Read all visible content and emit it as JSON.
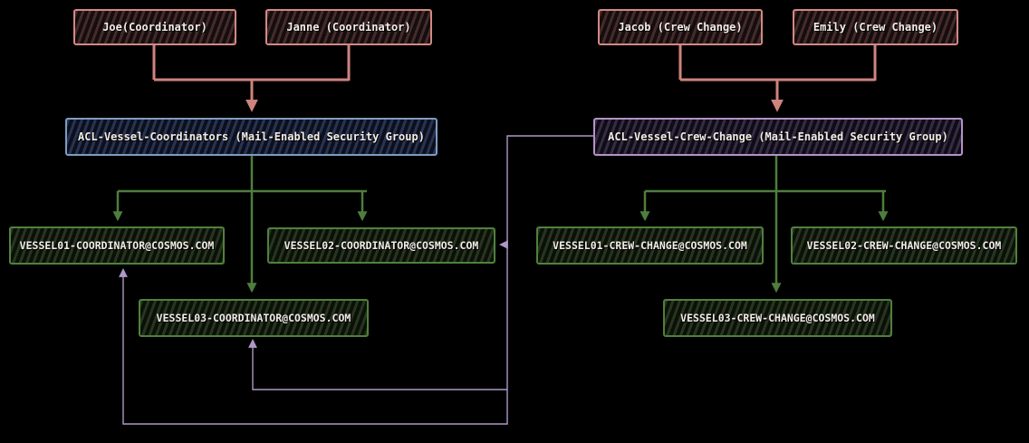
{
  "diagram": {
    "users": [
      {
        "id": "joe",
        "label": "Joe(Coordinator)"
      },
      {
        "id": "janne",
        "label": "Janne (Coordinator)"
      },
      {
        "id": "jacob",
        "label": "Jacob (Crew Change)"
      },
      {
        "id": "emily",
        "label": "Emily (Crew Change)"
      }
    ],
    "groups": [
      {
        "id": "acl-vessel-coordinators",
        "label": "ACL-Vessel-Coordinators (Mail-Enabled Security Group)"
      },
      {
        "id": "acl-vessel-crew-change",
        "label": "ACL-Vessel-Crew-Change (Mail-Enabled Security Group)"
      }
    ],
    "mailboxes": [
      {
        "id": "vessel01-coordinator",
        "label": "VESSEL01-COORDINATOR@COSMOS.COM"
      },
      {
        "id": "vessel02-coordinator",
        "label": "VESSEL02-COORDINATOR@COSMOS.COM"
      },
      {
        "id": "vessel03-coordinator",
        "label": "VESSEL03-COORDINATOR@COSMOS.COM"
      },
      {
        "id": "vessel01-crew-change",
        "label": "VESSEL01-CREW-CHANGE@COSMOS.COM"
      },
      {
        "id": "vessel02-crew-change",
        "label": "VESSEL02-CREW-CHANGE@COSMOS.COM"
      },
      {
        "id": "vessel03-crew-change",
        "label": "VESSEL03-CREW-CHANGE@COSMOS.COM"
      }
    ],
    "edges": [
      {
        "from": "Joe(Coordinator)",
        "to": "ACL-Vessel-Coordinators",
        "color": "red"
      },
      {
        "from": "Janne (Coordinator)",
        "to": "ACL-Vessel-Coordinators",
        "color": "red"
      },
      {
        "from": "Jacob (Crew Change)",
        "to": "ACL-Vessel-Crew-Change",
        "color": "red"
      },
      {
        "from": "Emily (Crew Change)",
        "to": "ACL-Vessel-Crew-Change",
        "color": "red"
      },
      {
        "from": "ACL-Vessel-Coordinators",
        "to": "VESSEL01-COORDINATOR@COSMOS.COM",
        "color": "green"
      },
      {
        "from": "ACL-Vessel-Coordinators",
        "to": "VESSEL02-COORDINATOR@COSMOS.COM",
        "color": "green"
      },
      {
        "from": "ACL-Vessel-Coordinators",
        "to": "VESSEL03-COORDINATOR@COSMOS.COM",
        "color": "green"
      },
      {
        "from": "ACL-Vessel-Crew-Change",
        "to": "VESSEL01-CREW-CHANGE@COSMOS.COM",
        "color": "green"
      },
      {
        "from": "ACL-Vessel-Crew-Change",
        "to": "VESSEL02-CREW-CHANGE@COSMOS.COM",
        "color": "green"
      },
      {
        "from": "ACL-Vessel-Crew-Change",
        "to": "VESSEL03-CREW-CHANGE@COSMOS.COM",
        "color": "green"
      },
      {
        "from": "ACL-Vessel-Crew-Change",
        "to": "VESSEL01-COORDINATOR@COSMOS.COM",
        "color": "purple"
      },
      {
        "from": "ACL-Vessel-Crew-Change",
        "to": "VESSEL02-COORDINATOR@COSMOS.COM",
        "color": "purple"
      },
      {
        "from": "ACL-Vessel-Crew-Change",
        "to": "VESSEL03-COORDINATOR@COSMOS.COM",
        "color": "purple"
      }
    ],
    "colors": {
      "background": "#000000",
      "user_border": "#d28983",
      "coordinators_group_border": "#7e9cc2",
      "crew_change_group_border": "#b392c7",
      "mailbox_border": "#4f813d",
      "edge_red": "#cf837e",
      "edge_green": "#4e7e3c",
      "edge_purple": "#af97c6",
      "text": "#f2ece7"
    }
  }
}
